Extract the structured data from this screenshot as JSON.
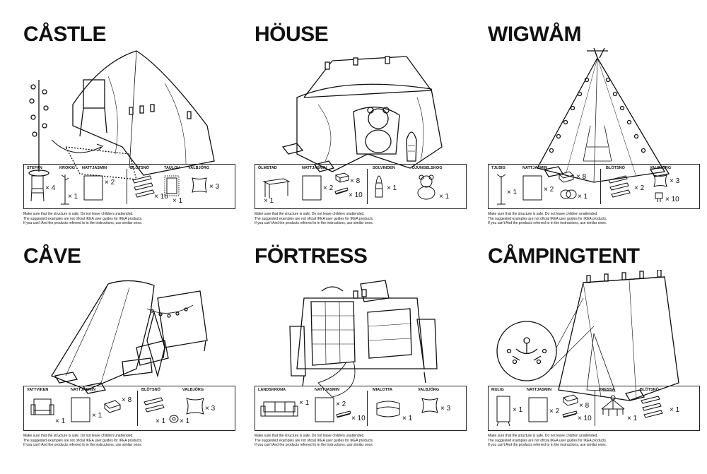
{
  "panels": [
    {
      "title": "CÅSTLE",
      "parts": [
        {
          "name": "STEFAN",
          "qty": "× 4"
        },
        {
          "name": "KROKIG",
          "qty": "× 1"
        },
        {
          "name": "NATTJASMIN",
          "qty": "× 2"
        },
        {
          "name": "BLÖTSNÖ",
          "qty": "× 16"
        },
        {
          "name": "TAULOV",
          "qty": "× 1"
        },
        {
          "name": "VALBJÖRG",
          "qty": "× 3"
        }
      ]
    },
    {
      "title": "HÖUSE",
      "parts": [
        {
          "name": "ÖLMSTAD",
          "qty": "× 1"
        },
        {
          "name": "NATTJASMIN",
          "qty": "× 2"
        },
        {
          "name": "",
          "qty": "× 8"
        },
        {
          "name": "",
          "qty": "× 10"
        },
        {
          "name": "SOLVINDEN",
          "qty": "× 1"
        },
        {
          "name": "DJUNGELSKOG",
          "qty": "× 1"
        }
      ]
    },
    {
      "title": "WIGWÅM",
      "parts": [
        {
          "name": "TJUSIG",
          "qty": "× 1"
        },
        {
          "name": "NATTJASMIN",
          "qty": "× 2"
        },
        {
          "name": "",
          "qty": "× 8"
        },
        {
          "name": "",
          "qty": "× 1"
        },
        {
          "name": "BLÖTSNÖ",
          "qty": "× 2"
        },
        {
          "name": "VALBJÖRG",
          "qty": "× 3"
        },
        {
          "name": "",
          "qty": "× 10"
        }
      ]
    },
    {
      "title": "CÅVE",
      "parts": [
        {
          "name": "VATTVIKEN",
          "qty": "× 1"
        },
        {
          "name": "NATTJASMIN",
          "qty": "× 1"
        },
        {
          "name": "",
          "qty": "× 8"
        },
        {
          "name": "BLÖTSNÖ",
          "qty": "× 1"
        },
        {
          "name": "",
          "qty": "× 1"
        },
        {
          "name": "VALBJÖRG",
          "qty": "× 3"
        }
      ]
    },
    {
      "title": "FÖRTRESS",
      "parts": [
        {
          "name": "LANDSKRONA",
          "qty": "× 1"
        },
        {
          "name": "NATTJASMIN",
          "qty": "× 2"
        },
        {
          "name": "",
          "qty": "× 10"
        },
        {
          "name": "MIALOTTA",
          "qty": "× 1"
        },
        {
          "name": "VALBJÖRG",
          "qty": "× 3"
        }
      ]
    },
    {
      "title": "CÅMPINGTENT",
      "parts": [
        {
          "name": "MULIG",
          "qty": "× 1"
        },
        {
          "name": "NATTJASMIN",
          "qty": "× 2"
        },
        {
          "name": "",
          "qty": "× 8"
        },
        {
          "name": "",
          "qty": "× 10"
        },
        {
          "name": "PRESSA",
          "qty": "× 1"
        },
        {
          "name": "BLÖTSNÖ",
          "qty": "× 1"
        }
      ]
    }
  ],
  "footer": {
    "line1": "Make sure that the structure is safe.  Do not leave children unattended.",
    "line2": "The suggested examples are not oficial IKEA user guides for IKEA products.",
    "line3": "If you can't And the products referred to in the instructions, use similar ones."
  }
}
